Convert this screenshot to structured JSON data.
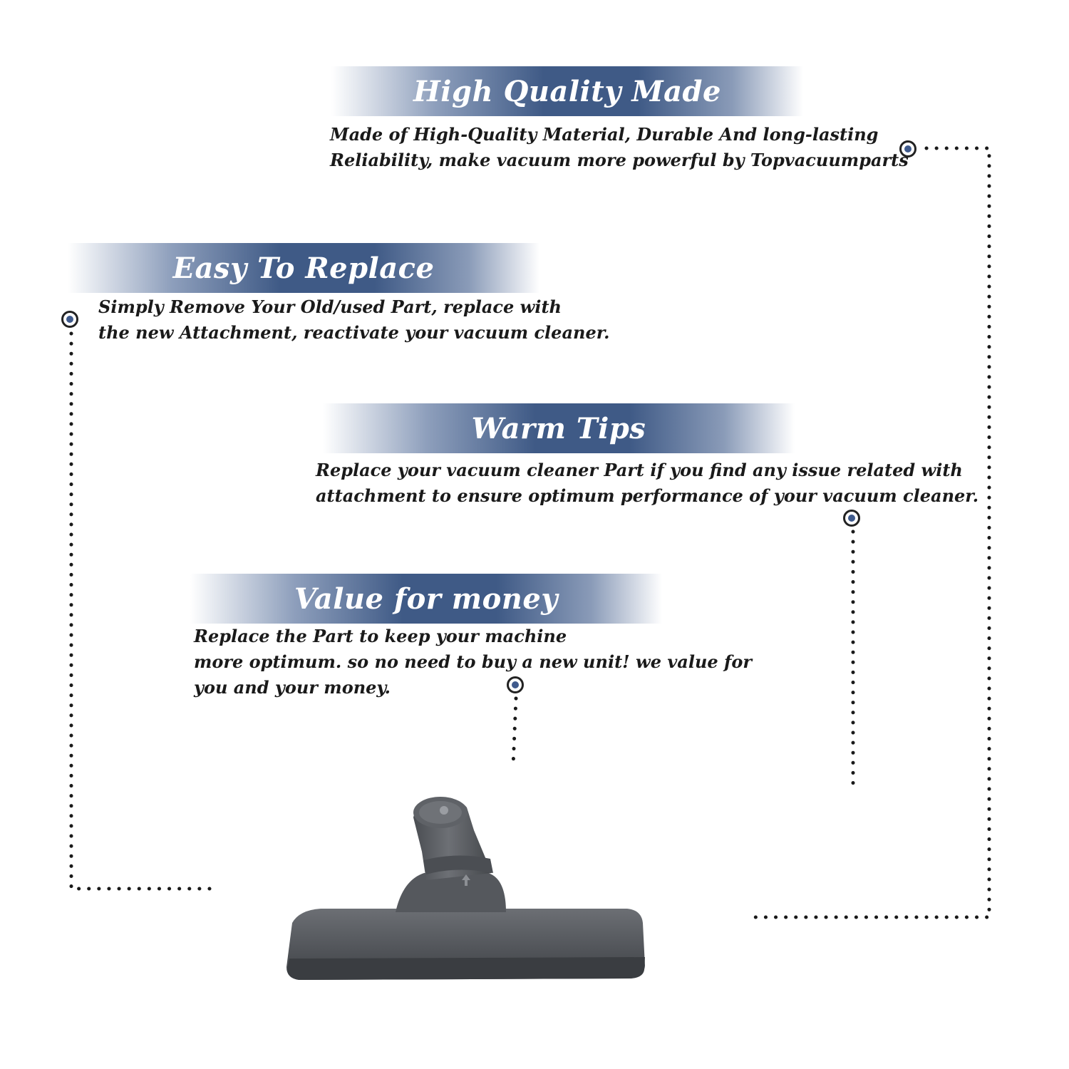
{
  "sections": [
    {
      "title": "High Quality Made",
      "lines": [
        "Made of  High-Quality Material, Durable And long-lasting",
        "Reliability, make vacuum more powerful by Topvacuumparts"
      ]
    },
    {
      "title": "Easy To Replace",
      "lines": [
        "Simply Remove Your Old/used Part, replace with",
        "the new Attachment, reactivate your vacuum cleaner."
      ]
    },
    {
      "title": "Warm Tips",
      "lines": [
        "Replace your vacuum cleaner Part if you find any issue related with",
        " attachment to ensure optimum performance of your vacuum cleaner."
      ]
    },
    {
      "title": "Value for money",
      "lines": [
        "Replace the Part to keep your machine",
        "more optimum. so no need to buy a new unit! we value for",
        "you and your money."
      ]
    }
  ],
  "colors": {
    "banner": "#3f5a86",
    "marker_fill": "#3f5a8c",
    "text": "#1a1a1a",
    "product": "#5b5e63"
  },
  "product_image": "vacuum-floor-brush-attachment"
}
